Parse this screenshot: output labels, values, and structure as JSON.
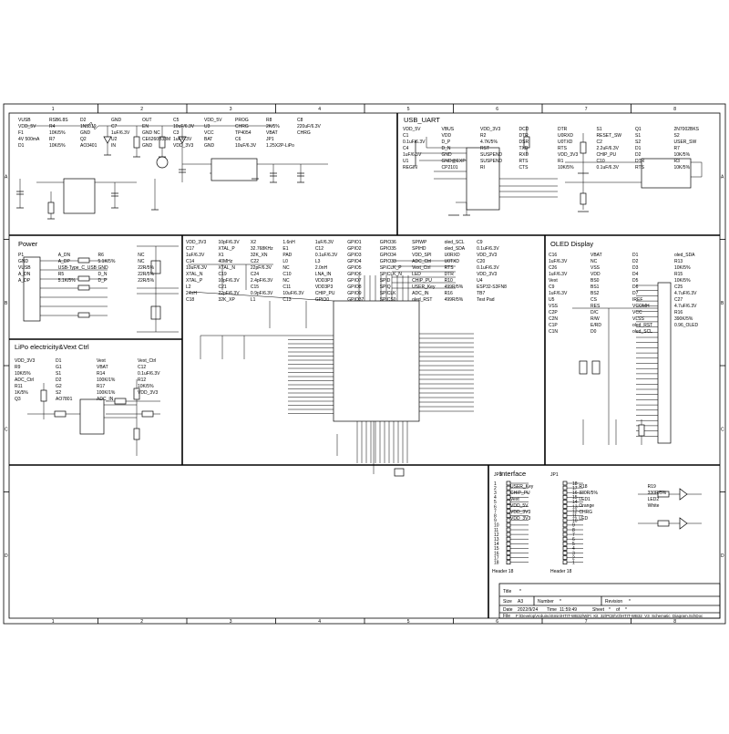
{
  "sheet": {
    "cols": [
      "1",
      "2",
      "3",
      "4",
      "5",
      "6",
      "7",
      "8"
    ],
    "rows": [
      "A",
      "B",
      "C",
      "D"
    ]
  },
  "sections": {
    "usb_uart": "USB_UART",
    "power": "Power",
    "lipo": "LiPo electricity&Vext Ctrl",
    "oled": "OLED Display",
    "interface": "Interface"
  },
  "power_top": {
    "labels": [
      "VUSB",
      "VDD_5V",
      "F1",
      "4V 500mA",
      "D1",
      "RSB6.8S",
      "R4",
      "10K/5%",
      "R7",
      "10K/5%",
      "D2",
      "1N5819",
      "GND",
      "Q2",
      "AO3401",
      "GND",
      "C7",
      "1uF/6.3V",
      "U2",
      "IN",
      "OUT",
      "EN",
      "GND NC",
      "CE6260B33M",
      "GND",
      "C5",
      "10uF/6.3V",
      "C3",
      "1uF/6.3V",
      "VDD_3V3",
      "VDD_5V",
      "U3",
      "VCC",
      "BAT",
      "GND",
      "PROG",
      "CHRG",
      "TP4054",
      "C6",
      "10uF/6.3V",
      "R8",
      "2K/5%",
      "VBAT",
      "JP1",
      "1.25X2P-LiPo",
      "C8",
      "220uF/6.3V",
      "CHRG"
    ]
  },
  "usb_uart": {
    "labels": [
      "VDD_5V",
      "C1",
      "0.1uF/6.3V",
      "C4",
      "1uF/6.3V",
      "U1",
      "REGIN",
      "VBUS",
      "VDD",
      "D_P",
      "D_N",
      "GND",
      "GND@EXP",
      "CP2101",
      "VDD_3V3",
      "R2",
      "4.7K/5%",
      "RST",
      "SUSPEND",
      "SUSPEND",
      "RI",
      "DCD",
      "DTR",
      "DSR",
      "TXD",
      "RXD",
      "RTS",
      "CTS",
      "DTR",
      "U0RXD",
      "U0TXD",
      "RTS",
      "VDD_3V3",
      "R1",
      "10K/5%",
      "S1",
      "RESET_SW",
      "C2",
      "2.2uF/6.3V",
      "CHIP_PU",
      "C10",
      "0.1uF/6.3V",
      "Q1",
      "S1",
      "S2",
      "D1",
      "D2",
      "DTR",
      "RTS",
      "2N7002BKS",
      "S2",
      "USER_SW",
      "R7",
      "10K/5%",
      "R3",
      "10K/5%"
    ]
  },
  "power_usb": {
    "labels": [
      "P1",
      "GND",
      "VUSB",
      "A_DN",
      "A_DP",
      "A_DN",
      "A_DP",
      "USB-Type_C_USB",
      "R5",
      "5.1K/5%",
      "R6",
      "5.1K/5%",
      "GND",
      "D_N",
      "D_P",
      "NC",
      "NC",
      "22R/5%",
      "22R/5%",
      "22R/5%"
    ]
  },
  "lipo": {
    "labels": [
      "VDD_3V3",
      "R9",
      "10K/5%",
      "ADC_Ctrl",
      "R11",
      "1K/5%",
      "Q3",
      "D1",
      "G1",
      "S1",
      "D2",
      "G2",
      "S2",
      "AO7801",
      "Vext",
      "VBAT",
      "R14",
      "100K/1%",
      "R17",
      "100K/1%",
      "ADC_IN",
      "Vext_Ctrl",
      "C12",
      "0.1uF/6.3V",
      "R12",
      "10K/5%",
      "VDD_3V3"
    ]
  },
  "mcu": {
    "labels": [
      "VDD_3V3",
      "C17",
      "1uF/6.3V",
      "C14",
      "10uF/6.3V",
      "XTAL_N",
      "XTAL_P",
      "L2",
      "24nH",
      "C18",
      "10pF/6.3V",
      "XTAL_P",
      "X1",
      "40MHz",
      "XTAL_N",
      "C19",
      "10pF/6.3V",
      "C21",
      "22pF/6.3V",
      "32K_XP",
      "X2",
      "32.768KHz",
      "32K_XN",
      "C22",
      "22pF/6.3V",
      "C24",
      "2.4pF/6.3V",
      "C15",
      "0.9pF/6.3V",
      "L1",
      "1.6nH",
      "E1",
      "PAD",
      "L0",
      "NC",
      "C10",
      "NC",
      "C11",
      "10uF/6.3V",
      "C13",
      "1uF/6.3V",
      "C12",
      "0.1uF/6.3V",
      "L3",
      "2.0nH",
      "LNA_IN",
      "VDD3P3",
      "VDD3P3",
      "CHIP_PU",
      "GPIO0",
      "GPIO1",
      "GPIO2",
      "GPIO3",
      "GPIO4",
      "GPIO5",
      "GPIO6",
      "GPIO7",
      "GPIO8",
      "GPIO9",
      "GPIO37",
      "GPIO36",
      "GPIO35",
      "GPIO34",
      "GPIO33",
      "SPICLK_P",
      "SPICLK_N",
      "SPID",
      "SPIQ",
      "SPICLK",
      "SPICS0",
      "SPIWP",
      "SPIHD",
      "VDD_SPI",
      "ADC_Ctrl",
      "Vext_Ctrl",
      "LED",
      "CHIP_PU",
      "USER_Key",
      "ADC_IN",
      "oled_RST",
      "oled_SCL",
      "oled_SDA",
      "U0RXD",
      "U0TXD",
      "RTS",
      "DTR",
      "R10",
      "499R/5%",
      "R16",
      "499R/5%",
      "C9",
      "0.1uF/6.3V",
      "VDD_3V3",
      "C20",
      "0.1uF/6.3V",
      "VDD_3V3",
      "U4",
      "ESP32-S3FN8",
      "TB7",
      "Test Pad"
    ]
  },
  "oled": {
    "labels": [
      "C16",
      "1uF/6.3V",
      "C26",
      "1uF/6.3V",
      "Vext",
      "C9",
      "1uF/6.3V",
      "U5",
      "VSS",
      "C2P",
      "C2N",
      "C1P",
      "C1N",
      "VBAT",
      "NC",
      "VSS",
      "VDD",
      "BS0",
      "BS1",
      "BS2",
      "CS",
      "RES",
      "D/C",
      "R/W",
      "E/RD",
      "D0",
      "D1",
      "D2",
      "D3",
      "D4",
      "D5",
      "D6",
      "D7",
      "IREF",
      "VCOMH",
      "VCC",
      "VLSS",
      "oled_RST",
      "oled_SCL",
      "oled_SDA",
      "R13",
      "10K/5%",
      "R15",
      "10K/5%",
      "C25",
      "4.7uF/6.3V",
      "C27",
      "4.7uF/6.3V",
      "R16",
      "390K/5%",
      "0.96_OLED"
    ]
  },
  "interface": {
    "jp3": "JP3",
    "jp1": "JP1",
    "header_left": "Header 18",
    "header_right": "Header 18",
    "left_pins": [
      "1",
      "2",
      "3",
      "4",
      "5",
      "6",
      "7",
      "8",
      "9",
      "10",
      "11",
      "12",
      "13",
      "14",
      "15",
      "16",
      "17",
      "18"
    ],
    "right_pins": [
      "18",
      "17",
      "16",
      "15",
      "14",
      "13",
      "12",
      "11",
      "10",
      "9",
      "8",
      "7",
      "6",
      "5",
      "4",
      "3",
      "2",
      "1"
    ],
    "labels": [
      "USER_Key",
      "CHIP_PU",
      "Vext",
      "VDD_5V",
      "VDD_3V3",
      "VDD_3V3",
      "R18",
      "330R/5%",
      "LED1",
      "Orange",
      "CHRG",
      "LED",
      "R19",
      "330R/5%",
      "LED2",
      "White"
    ]
  },
  "title_block": {
    "title_label": "Title",
    "title_value": "*",
    "size_label": "Size",
    "size_value": "A3",
    "number_label": "Number",
    "number_value": "*",
    "revision_label": "Revision",
    "revision_value": "*",
    "date_label": "Date",
    "date_value": "2022/9/24",
    "time_label": "Time",
    "time_value": "11:59:49",
    "sheet_label": "Sheet",
    "sheet_value": "*",
    "of_label": "of",
    "of_value": "*",
    "file_label": "File",
    "file_value": "F:\\Develop\\Arduino\\Smin\\HTIT-WB32\\WiFi_Kit_32\\PCB\\V3\\HTIT-WB32_V3_Schematic_Diagram.SchDoc"
  }
}
